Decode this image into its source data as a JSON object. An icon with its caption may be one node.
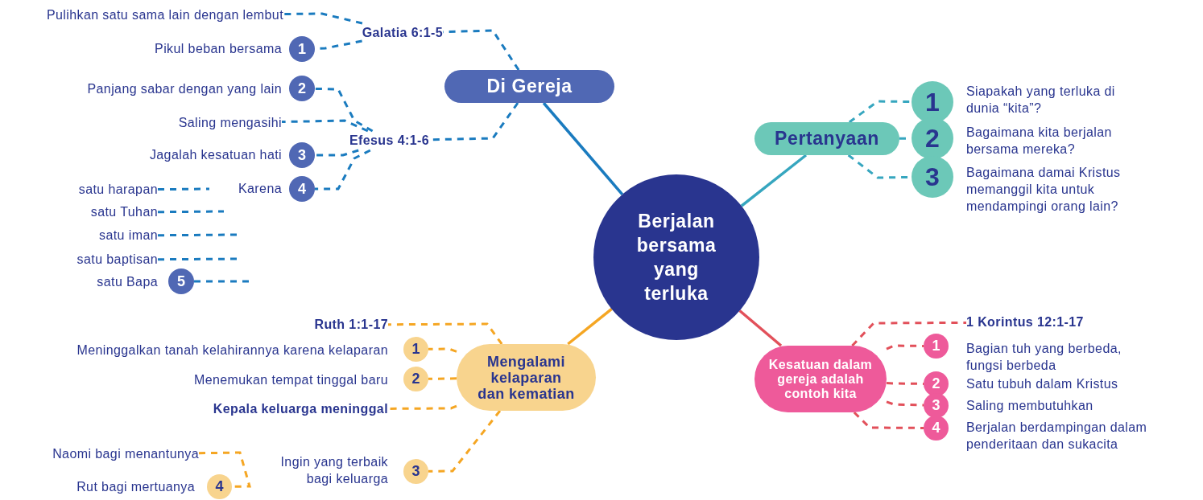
{
  "diagram": {
    "nodes": [
      {
        "text": [
          "Berjalan bersama yang terluka"
        ]
      },
      {
        "text": [
          "Di Gereja"
        ]
      },
      {
        "text": [
          "Galatia 6:1-5"
        ]
      },
      {
        "text": [
          "Pulihkan satu sama lain dengan lembut"
        ]
      },
      {
        "text": [
          "1"
        ],
        "beside": [
          "Pikul beban bersama"
        ]
      },
      {
        "text": [
          "Efesus 4:1-6"
        ]
      },
      {
        "text": [
          "2"
        ],
        "beside": [
          "Panjang sabar dengan yang lain"
        ]
      },
      {
        "text": [
          "Saling mengasihi"
        ]
      },
      {
        "text": [
          "3"
        ],
        "beside": [
          "Jagalah kesatuan hati"
        ]
      },
      {
        "text": [
          "4"
        ],
        "beside": [
          "Karena"
        ]
      },
      {
        "text": [
          "satu harapan"
        ]
      },
      {
        "text": [
          "satu Tuhan"
        ]
      },
      {
        "text": [
          "satu iman"
        ]
      },
      {
        "text": [
          "satu baptisan"
        ]
      },
      {
        "text": [
          "5"
        ],
        "beside": [
          "satu Bapa"
        ]
      },
      {
        "text": [
          "Pertanyaan"
        ]
      },
      {
        "text": [
          "1"
        ],
        "beside": [
          "Siapakah yang terluka di dunia “kita”?"
        ]
      },
      {
        "text": [
          "2"
        ],
        "beside": [
          "Bagaimana kita berjalan bersama mereka?"
        ]
      },
      {
        "text": [
          "3"
        ],
        "beside": [
          "Bagaimana damai Kristus memanggil kita untuk mendampingi orang lain?"
        ]
      },
      {
        "text": [
          "Mengalami kelaparan dan kematian"
        ]
      },
      {
        "text": [
          "Ruth 1:1-17"
        ]
      },
      {
        "text": [
          "1"
        ],
        "beside": [
          "Meninggalkan tanah kelahirannya karena kelaparan"
        ]
      },
      {
        "text": [
          "2"
        ],
        "beside": [
          "Menemukan tempat tinggal baru"
        ]
      },
      {
        "text": [
          "Kepala keluarga meninggal"
        ]
      },
      {
        "text": [
          "3"
        ],
        "beside": [
          "Ingin yang terbaik bagi keluarga"
        ]
      },
      {
        "text": [
          "Naomi bagi menantunya"
        ]
      },
      {
        "text": [
          "4"
        ],
        "beside": [
          "Rut bagi mertuanya"
        ]
      },
      {
        "text": [
          "Kesatuan dalam gereja adalah contoh kita"
        ]
      },
      {
        "text": [
          "1 Korintus 12:1-17"
        ]
      },
      {
        "text": [
          "1"
        ],
        "beside": [
          "Bagian tuh yang berbeda, fungsi berbeda"
        ]
      },
      {
        "text": [
          "2"
        ],
        "beside": [
          "Satu tubuh dalam Kristus"
        ]
      },
      {
        "text": [
          "3"
        ],
        "beside": [
          "Saling membutuhkan"
        ]
      },
      {
        "text": [
          "4"
        ],
        "beside": [
          "Berjalan berdampingan dalam penderitaan dan sukacita"
        ]
      }
    ],
    "edges": [
      {
        "from": 0,
        "to": 1,
        "arrow": "none",
        "color": "#1a7bbf"
      },
      {
        "from": 1,
        "to": 2,
        "arrow": "none",
        "style": "dashed",
        "color": "#1a7bbf"
      },
      {
        "from": 2,
        "to": 3,
        "arrow": "none",
        "style": "dashed",
        "color": "#1a7bbf"
      },
      {
        "from": 2,
        "to": 4,
        "arrow": "none",
        "style": "dashed",
        "color": "#1a7bbf"
      },
      {
        "from": 1,
        "to": 5,
        "arrow": "none",
        "style": "dashed",
        "color": "#1a7bbf"
      },
      {
        "from": 5,
        "to": 6,
        "arrow": "none",
        "style": "dashed",
        "color": "#1a7bbf"
      },
      {
        "from": 5,
        "to": 7,
        "arrow": "none",
        "style": "dashed",
        "color": "#1a7bbf"
      },
      {
        "from": 5,
        "to": 8,
        "arrow": "none",
        "style": "dashed",
        "color": "#1a7bbf"
      },
      {
        "from": 5,
        "to": 9,
        "arrow": "none",
        "style": "dashed",
        "color": "#1a7bbf"
      },
      {
        "from": 10,
        "to": null,
        "arrow": "none",
        "style": "dashed",
        "color": "#1a7bbf"
      },
      {
        "from": 11,
        "to": null,
        "arrow": "none",
        "style": "dashed",
        "color": "#1a7bbf"
      },
      {
        "from": 12,
        "to": null,
        "arrow": "none",
        "style": "dashed",
        "color": "#1a7bbf"
      },
      {
        "from": 13,
        "to": null,
        "arrow": "none",
        "style": "dashed",
        "color": "#1a7bbf"
      },
      {
        "from": 14,
        "to": null,
        "arrow": "none",
        "style": "dashed",
        "color": "#1a7bbf"
      },
      {
        "from": 0,
        "to": 15,
        "arrow": "none",
        "color": "#36a6bf"
      },
      {
        "from": 15,
        "to": 16,
        "arrow": "none",
        "style": "dashed",
        "color": "#36a6bf"
      },
      {
        "from": 15,
        "to": 17,
        "arrow": "none",
        "style": "dashed",
        "color": "#36a6bf"
      },
      {
        "from": 15,
        "to": 18,
        "arrow": "none",
        "style": "dashed",
        "color": "#36a6bf"
      },
      {
        "from": 0,
        "to": 19,
        "arrow": "none",
        "color": "#f5a623"
      },
      {
        "from": 19,
        "to": 20,
        "arrow": "none",
        "style": "dashed",
        "color": "#f5a623"
      },
      {
        "from": 19,
        "to": 21,
        "arrow": "none",
        "style": "dashed",
        "color": "#f5a623"
      },
      {
        "from": 19,
        "to": 22,
        "arrow": "none",
        "style": "dashed",
        "color": "#f5a623"
      },
      {
        "from": 19,
        "to": 23,
        "arrow": "none",
        "style": "dashed",
        "color": "#f5a623"
      },
      {
        "from": 19,
        "to": 24,
        "arrow": "none",
        "style": "dashed",
        "color": "#f5a623"
      },
      {
        "from": 25,
        "to": 26,
        "arrow": "none",
        "style": "dashed",
        "color": "#f5a623"
      },
      {
        "from": 0,
        "to": 27,
        "arrow": "none",
        "color": "#e2505a"
      },
      {
        "from": 27,
        "to": 28,
        "arrow": "none",
        "style": "dashed",
        "color": "#e2505a"
      },
      {
        "from": 27,
        "to": 29,
        "arrow": "none",
        "style": "dashed",
        "color": "#e2505a"
      },
      {
        "from": 27,
        "to": 30,
        "arrow": "none",
        "style": "dashed",
        "color": "#e2505a"
      },
      {
        "from": 27,
        "to": 31,
        "arrow": "none",
        "style": "dashed",
        "color": "#e2505a"
      },
      {
        "from": 27,
        "to": 32,
        "arrow": "none",
        "style": "dashed",
        "color": "#e2505a"
      }
    ]
  }
}
